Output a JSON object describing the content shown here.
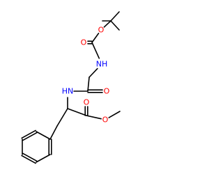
{
  "molecule": {
    "atoms": [
      {
        "id": "a1",
        "element": "C",
        "label": ""
      },
      {
        "id": "a2",
        "element": "C",
        "label": ""
      },
      {
        "id": "a3",
        "element": "C",
        "label": ""
      },
      {
        "id": "a4",
        "element": "C",
        "label": ""
      },
      {
        "id": "a5",
        "element": "O",
        "label": "O"
      },
      {
        "id": "a6",
        "element": "C",
        "label": ""
      },
      {
        "id": "a7",
        "element": "O",
        "label": "O"
      },
      {
        "id": "a8",
        "element": "N",
        "label": "NH"
      },
      {
        "id": "a9",
        "element": "C",
        "label": ""
      },
      {
        "id": "a10",
        "element": "C",
        "label": ""
      },
      {
        "id": "a11",
        "element": "O",
        "label": "O"
      },
      {
        "id": "a12",
        "element": "N",
        "label": "HN"
      },
      {
        "id": "a13",
        "element": "C",
        "label": ""
      },
      {
        "id": "a14",
        "element": "C",
        "label": ""
      },
      {
        "id": "a15",
        "element": "O",
        "label": "O"
      },
      {
        "id": "a16",
        "element": "O",
        "label": "O"
      },
      {
        "id": "a17",
        "element": "C",
        "label": ""
      },
      {
        "id": "a18",
        "element": "C",
        "label": ""
      },
      {
        "id": "a19",
        "element": "C",
        "label": ""
      },
      {
        "id": "a20",
        "element": "C",
        "label": ""
      },
      {
        "id": "a21",
        "element": "C",
        "label": ""
      },
      {
        "id": "a22",
        "element": "C",
        "label": ""
      },
      {
        "id": "a23",
        "element": "C",
        "label": ""
      },
      {
        "id": "a24",
        "element": "C",
        "label": ""
      }
    ],
    "bonds": [
      {
        "from": "a1",
        "to": "a4",
        "order": 1
      },
      {
        "from": "a2",
        "to": "a4",
        "order": 1
      },
      {
        "from": "a3",
        "to": "a4",
        "order": 1
      },
      {
        "from": "a4",
        "to": "a5",
        "order": 1
      },
      {
        "from": "a5",
        "to": "a6",
        "order": 1
      },
      {
        "from": "a6",
        "to": "a7",
        "order": 2
      },
      {
        "from": "a6",
        "to": "a8",
        "order": 1
      },
      {
        "from": "a8",
        "to": "a9",
        "order": 1
      },
      {
        "from": "a9",
        "to": "a10",
        "order": 1
      },
      {
        "from": "a10",
        "to": "a11",
        "order": 2
      },
      {
        "from": "a10",
        "to": "a12",
        "order": 1
      },
      {
        "from": "a12",
        "to": "a13",
        "order": 1
      },
      {
        "from": "a13",
        "to": "a14",
        "order": 1
      },
      {
        "from": "a14",
        "to": "a15",
        "order": 2
      },
      {
        "from": "a14",
        "to": "a16",
        "order": 1
      },
      {
        "from": "a16",
        "to": "a17",
        "order": 1
      },
      {
        "from": "a13",
        "to": "a18",
        "order": 1
      },
      {
        "from": "a18",
        "to": "a19",
        "order": 1
      },
      {
        "from": "a19",
        "to": "a20",
        "order": 2
      },
      {
        "from": "a20",
        "to": "a21",
        "order": 1
      },
      {
        "from": "a21",
        "to": "a22",
        "order": 2
      },
      {
        "from": "a22",
        "to": "a23",
        "order": 1
      },
      {
        "from": "a23",
        "to": "a24",
        "order": 2
      },
      {
        "from": "a24",
        "to": "a19",
        "order": 1
      }
    ]
  },
  "colors": {
    "background": "#ffffff",
    "bond": "#000000",
    "oxygen": "#ff0000",
    "nitrogen": "#0000ff"
  }
}
